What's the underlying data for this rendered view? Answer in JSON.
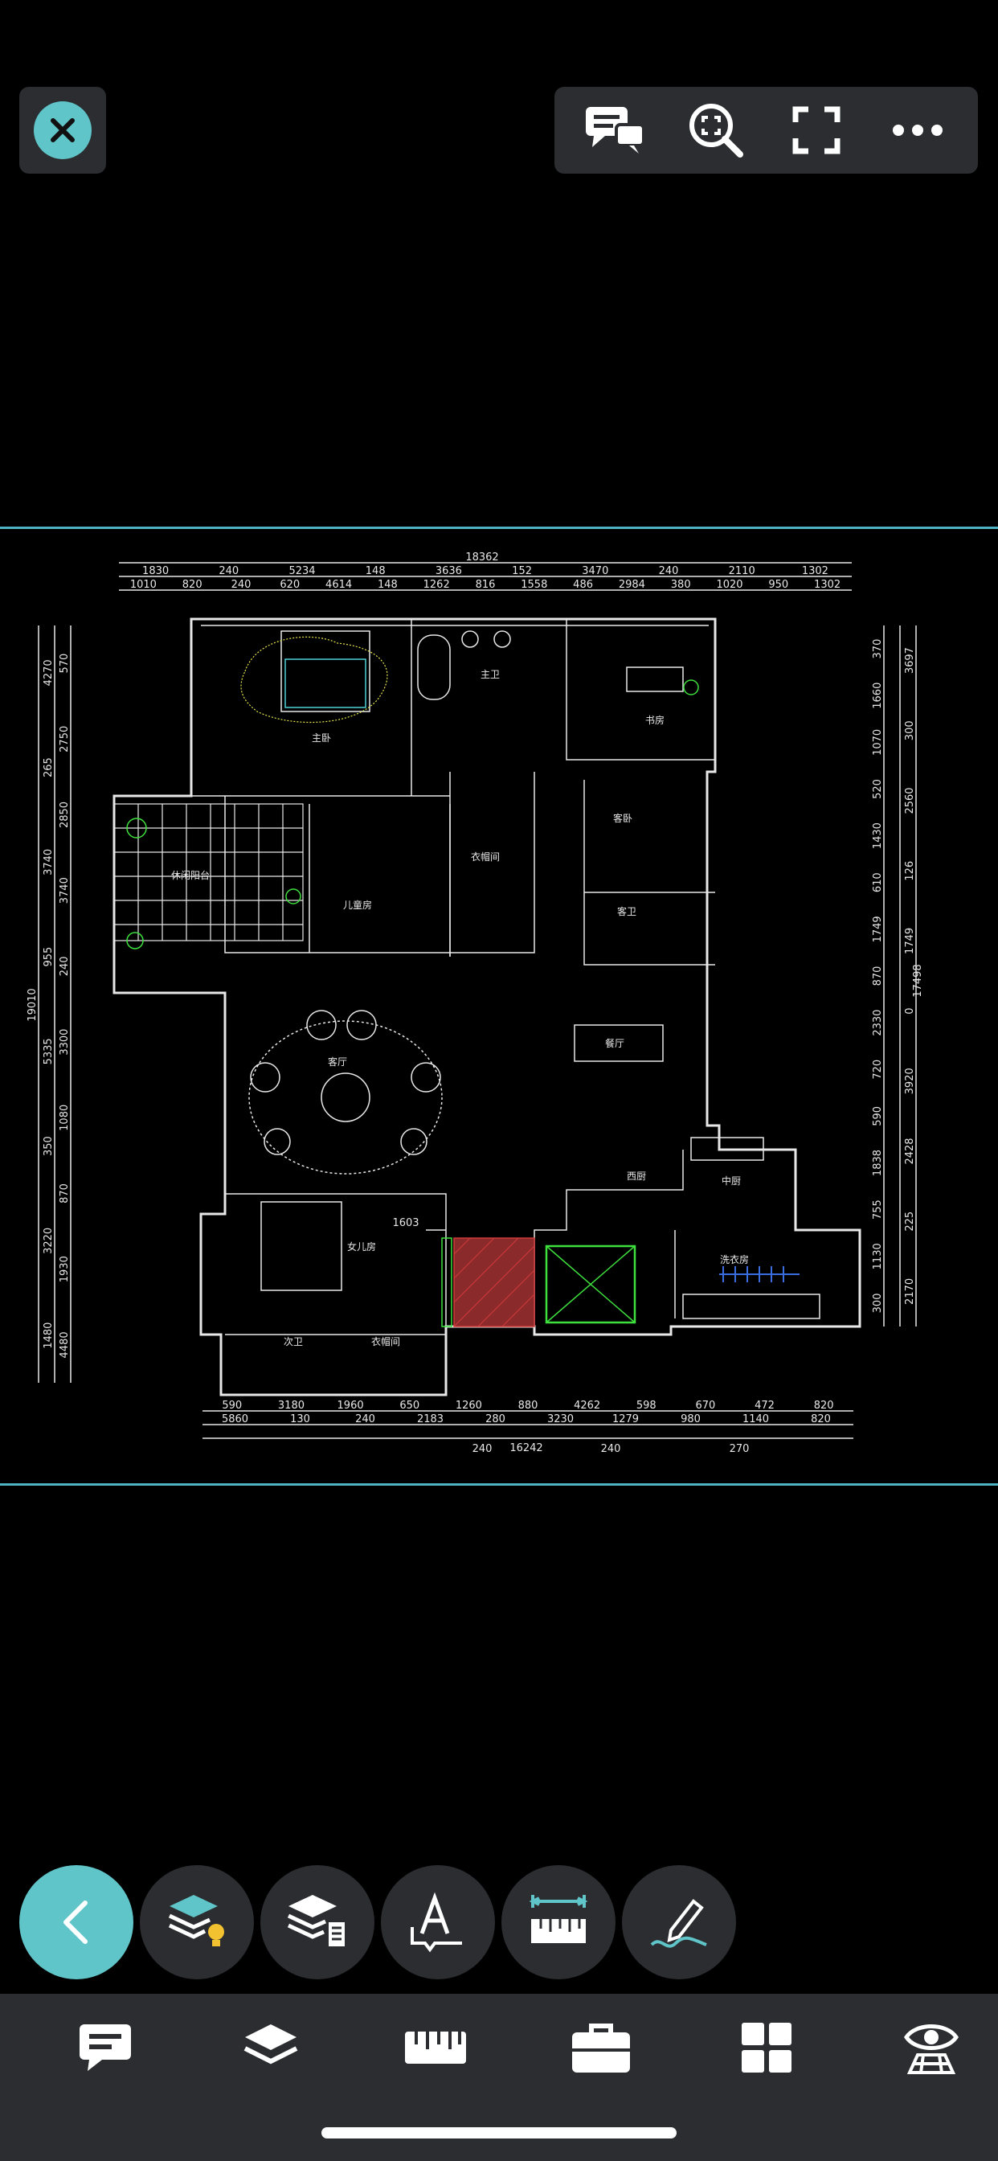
{
  "toolbar": {
    "icons": [
      "close-icon",
      "comments-icon",
      "zoom-window-icon",
      "fullscreen-icon",
      "more-icon"
    ]
  },
  "drawing": {
    "overall_top": "18362",
    "overall_bottom": "16242",
    "overall_left": "19010",
    "overall_right": "17498",
    "top_dims_row1": [
      "1830",
      "240",
      "5234",
      "148",
      "3636",
      "152",
      "3470",
      "240",
      "2110",
      "1302"
    ],
    "top_dims_row2": [
      "1010",
      "820",
      "240",
      "620",
      "4614",
      "148",
      "1262",
      "816",
      "1558",
      "486",
      "2984",
      "380",
      "1020",
      "950",
      "1302"
    ],
    "bottom_dims_row1": [
      "590",
      "3180",
      "1960",
      "650",
      "1260",
      "880",
      "4262",
      "598",
      "670",
      "472",
      "820"
    ],
    "bottom_dims_row2": [
      "5860",
      "130",
      "240",
      "2183",
      "280",
      "3230",
      "1279",
      "980",
      "1140",
      "820"
    ],
    "bottom_dims_row3": [
      "240",
      "240",
      "270"
    ],
    "left_dims_outer": [
      "1480",
      "3220",
      "350",
      "5335",
      "955",
      "3740",
      "265",
      "4270"
    ],
    "left_dims_inner": [
      "4480",
      "1930",
      "870",
      "1080",
      "3300",
      "240",
      "3740",
      "2850",
      "2750",
      "570"
    ],
    "right_dims_inner": [
      "370",
      "1660",
      "1070",
      "520",
      "1430",
      "610",
      "1749",
      "870",
      "2330",
      "720",
      "590",
      "1838",
      "755",
      "1130",
      "300"
    ],
    "right_dims_outer": [
      "3697",
      "300",
      "2560",
      "126",
      "1749",
      "0",
      "3920",
      "2428",
      "225",
      "2170"
    ],
    "dim_1603": "1603",
    "rooms": {
      "master_bedroom": "主卧",
      "master_bath": "主卫",
      "study": "书房",
      "sunroom": "休闲阳台",
      "kids_room": "儿童房",
      "cloakroom": "衣帽间",
      "guest_room": "客卧",
      "guest_bath": "客卫",
      "living_room": "客厅",
      "dining": "餐厅",
      "western_kitchen": "西厨",
      "chinese_kitchen": "中厨",
      "laundry": "洗衣房",
      "daughter_room": "女儿房",
      "second_bath": "次卫",
      "second_cloak": "衣帽间"
    }
  },
  "floating_tools": [
    "back-icon",
    "layer-light-icon",
    "layers-list-icon",
    "text-annotation-icon",
    "measure-ruler-icon",
    "edit-sketch-icon"
  ],
  "tabs": [
    "comment-tab-icon",
    "layers-tab-icon",
    "measure-tab-icon",
    "toolbox-tab-icon",
    "grid-tab-icon",
    "view-3d-tab-icon"
  ],
  "colors": {
    "accent": "#5fc5c9",
    "panel": "#2b2d30",
    "cad_white": "#e8e8e8",
    "cad_yellow": "#e6e64c",
    "cad_green": "#3ee03e",
    "cad_cyan": "#4fd0d8",
    "cad_red": "#d23a3a"
  }
}
